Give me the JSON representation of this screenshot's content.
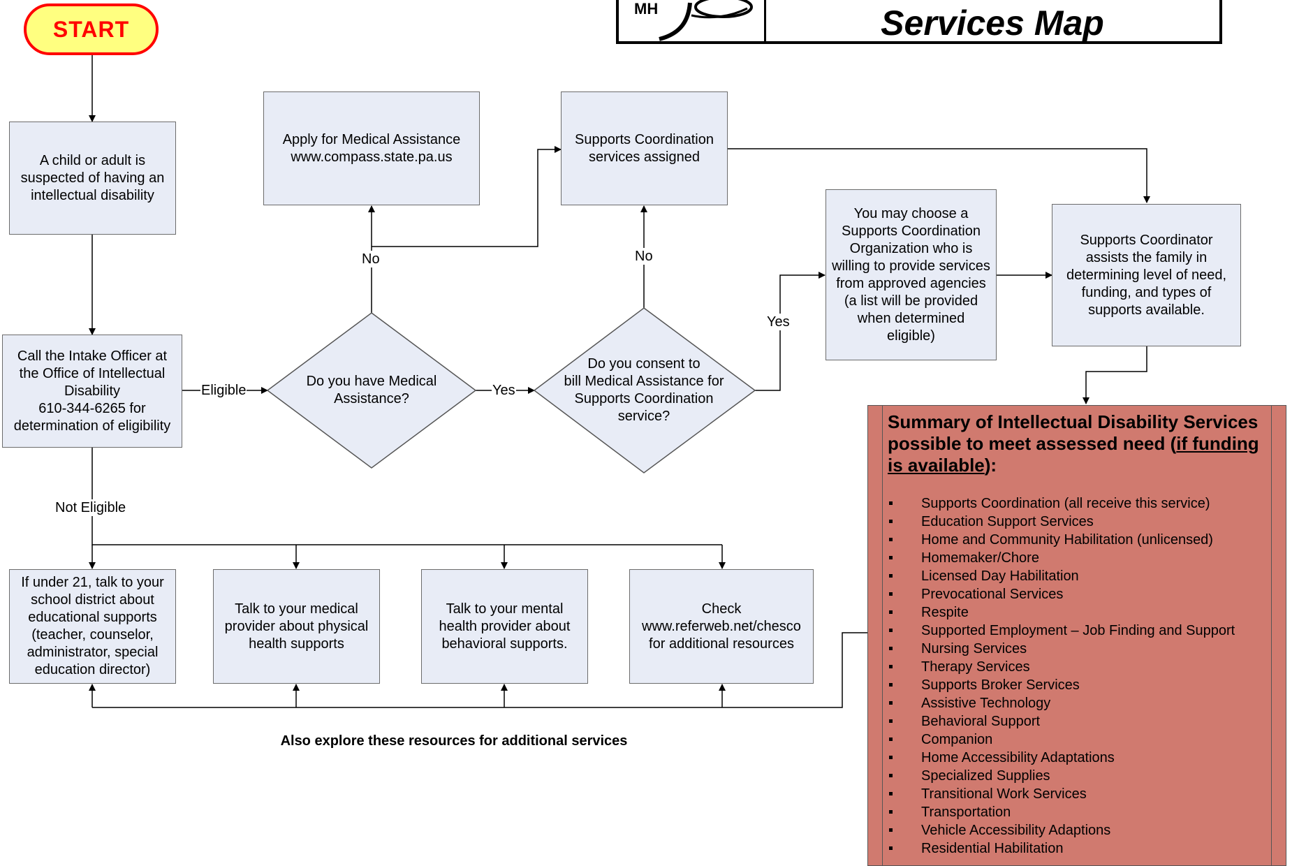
{
  "header": {
    "logo_text": "MH",
    "title": "Services Map"
  },
  "start_label": "START",
  "nodes": {
    "suspected": "A child or adult is suspected of having an intellectual disability",
    "call_intake": "Call the Intake Officer at the Office of Intellectual Disability\n610-344-6265 for determination of eligibility",
    "have_ma": "Do you have Medical Assistance?",
    "apply_ma": "Apply for Medical Assistance\nwww.compass.state.pa.us",
    "consent_ma": "Do you consent to\nbill Medical Assistance for Supports Coordination service?",
    "sc_assigned": "Supports Coordination services assigned",
    "choose_sco": "You may choose a Supports Coordination Organization who is willing to provide services from approved agencies (a list will be provided when determined eligible)",
    "coordinator": "Supports Coordinator assists the family in determining level of need, funding, and types of supports available.",
    "school": "If under 21, talk to your school district about educational supports (teacher, counselor, administrator, special education director)",
    "medical": "Talk to your medical provider about physical health supports",
    "mental": "Talk to your mental health provider about behavioral supports.",
    "referweb": "Check\nwww.referweb.net/chesco for additional resources"
  },
  "edge_labels": {
    "eligible": "Eligible",
    "yes_1": "Yes",
    "yes_2": "Yes",
    "no_1": "No",
    "no_2": "No",
    "not_eligible": "Not Eligible"
  },
  "explore_label": "Also explore these resources for additional services",
  "summary": {
    "title_part1": "Summary of Intellectual Disability Services possible to meet assessed need (",
    "title_underlined": "if funding is available",
    "title_part2": "):",
    "items": [
      "Supports Coordination (all receive this service)",
      "Education Support Services",
      "Home and Community Habilitation (unlicensed)",
      "Homemaker/Chore",
      "Licensed Day Habilitation",
      "Prevocational Services",
      "Respite",
      "Supported Employment – Job Finding and Support",
      "Nursing Services",
      "Therapy Services",
      "Supports Broker Services",
      "Assistive Technology",
      "Behavioral Support",
      "Companion",
      "Home Accessibility Adaptations",
      "Specialized Supplies",
      "Transitional Work Services",
      "Transportation",
      "Vehicle Accessibility Adaptions",
      "Residential Habilitation"
    ]
  },
  "colors": {
    "box_fill": "#e8ecf6",
    "summary_fill": "#d07a6f",
    "start_fill": "#ffff80",
    "start_stroke": "#ff0000"
  }
}
